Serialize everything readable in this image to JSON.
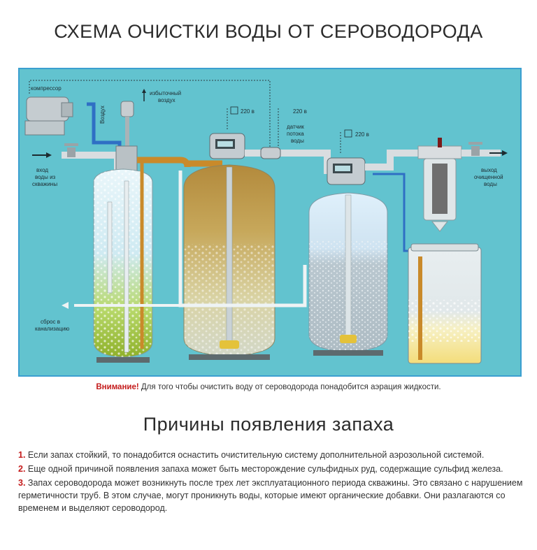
{
  "header": {
    "title": "СХЕМА ОЧИСТКИ ВОДЫ ОТ СЕРОВОДОРОДА"
  },
  "diagram": {
    "labels": {
      "compressor": "компрессор",
      "excess_air_1": "избыточный",
      "excess_air_2": "воздух",
      "air": "Воздух",
      "v220_a": "220 в",
      "v220_b": "220 в",
      "v220_c": "220 в",
      "flow_sensor_1": "датчик",
      "flow_sensor_2": "потока",
      "flow_sensor_3": "воды",
      "inlet_1": "вход",
      "inlet_2": "воды из",
      "inlet_3": "скважины",
      "outlet_1": "выход",
      "outlet_2": "очищенной",
      "outlet_3": "воды",
      "drain_1": "сброс в",
      "drain_2": "канализацию"
    },
    "colors": {
      "background": "#62c3cf",
      "border": "#3b9fd0",
      "pipe_gray": "#d9dde0",
      "pipe_blue": "#2f6fc4",
      "pipe_orange": "#c98a2a",
      "water_light": "#dff1f7"
    }
  },
  "note": {
    "warning": "Внимание!",
    "text": " Для того чтобы очистить воду от сероводорода понадобится аэрация жидкости."
  },
  "reasons": {
    "title": "Причины появления запаха",
    "items": [
      {
        "num": "1.",
        "text": " Если запах стойкий, то понадобится оснастить очистительную систему дополнительной аэрозольной системой."
      },
      {
        "num": "2.",
        "text": " Еще одной причиной появления запаха может быть месторождение сульфидных руд, содержащие сульфид железа."
      },
      {
        "num": "3.",
        "text": " Запах сероводорода может возникнуть после трех лет эксплуатационного периода скважины. Это связано с нарушением герметичности труб. В этом случае, могут проникнуть воды, которые имеют органические добавки. Они разлагаются со временем и выделяют сероводород."
      }
    ]
  }
}
